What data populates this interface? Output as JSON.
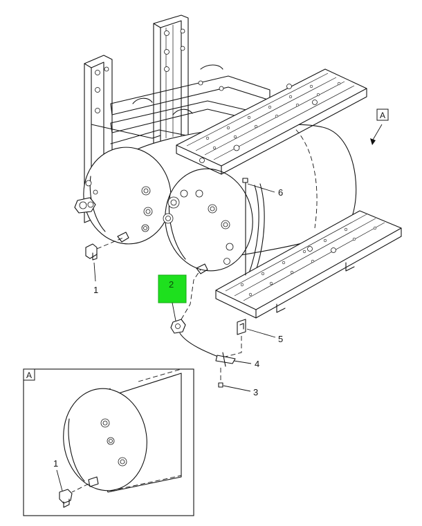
{
  "callouts": {
    "c1": "1",
    "c2": "2",
    "c3": "3",
    "c4": "4",
    "c5": "5",
    "c6": "6",
    "inset_c1": "1"
  },
  "view_labels": {
    "main": "A",
    "inset": "A"
  },
  "colors": {
    "highlight": "#1ee01e",
    "line": "#111111"
  }
}
